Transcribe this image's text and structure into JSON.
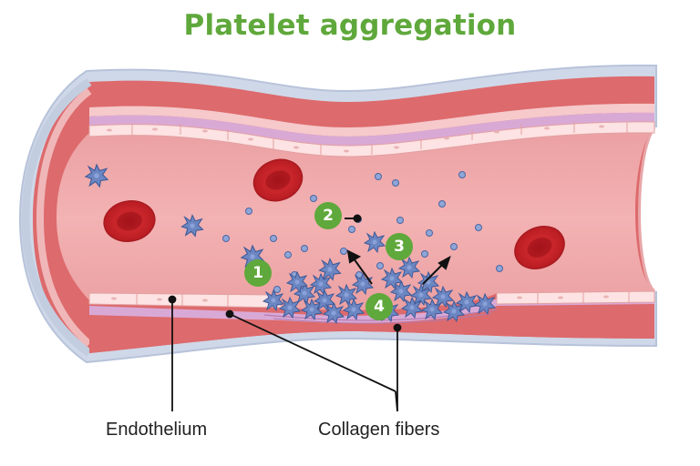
{
  "title": "Platelet aggregation",
  "labels": {
    "endothelium": "Endothelium",
    "collagen": "Collagen fibers"
  },
  "steps": [
    "1",
    "2",
    "3",
    "4"
  ],
  "colors": {
    "title": "#5fa83b",
    "step_badge": "#5fa83b",
    "vessel_wall": "#dd6a6c",
    "lumen": "#f0a3a5",
    "platelet": "#6c86c2",
    "rbc": "#c9262b"
  }
}
